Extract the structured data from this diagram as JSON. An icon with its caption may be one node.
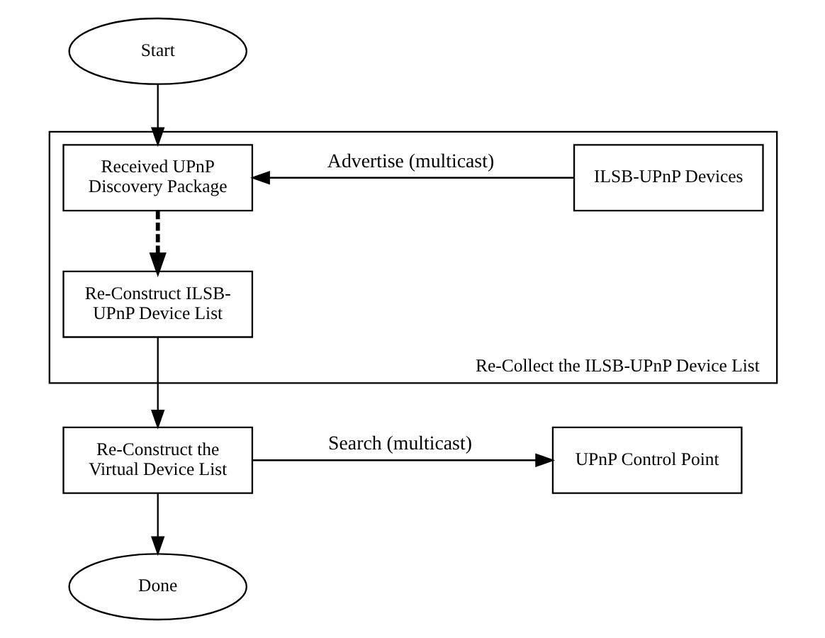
{
  "diagram": {
    "nodes": [
      {
        "text": [
          "Start"
        ]
      },
      {
        "text": [
          "Re-Collect the ILSB-UPnP Device List"
        ]
      },
      {
        "text": [
          "Received UPnP Discovery Package"
        ],
        "in": 1
      },
      {
        "text": [
          "ILSB-UPnP Devices"
        ],
        "in": 1
      },
      {
        "text": [
          "Re-Construct ILSB-UPnP Device List"
        ],
        "in": 1
      },
      {
        "text": [
          "Re-Construct the Virtual Device List"
        ]
      },
      {
        "text": [
          "UPnP Control Point"
        ]
      },
      {
        "text": [
          "Done"
        ]
      }
    ],
    "edges": [
      {
        "from": 0,
        "to": 2,
        "arrow": "to"
      },
      {
        "from": 3,
        "to": 2,
        "arrow": "to",
        "label": "Advertise (multicast)"
      },
      {
        "from": 2,
        "to": 4,
        "arrow": "to",
        "style": "dashed"
      },
      {
        "from": 4,
        "to": 5,
        "arrow": "to"
      },
      {
        "from": 5,
        "to": 6,
        "arrow": "to",
        "label": "Search (multicast)"
      },
      {
        "from": 5,
        "to": 7,
        "arrow": "to"
      }
    ]
  }
}
